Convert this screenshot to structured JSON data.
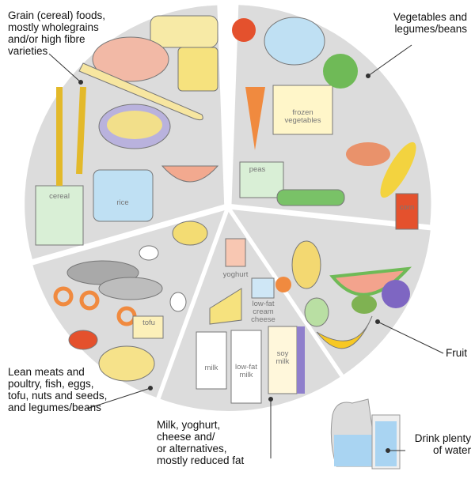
{
  "groups": {
    "grain": {
      "label": "Grain (cereal) foods,\nmostly wholegrains\nand/or high fibre\nvarieties",
      "items": {
        "cereal": "cereal",
        "rice": "rice"
      }
    },
    "vegetables": {
      "label": "Vegetables and\nlegumes/beans",
      "items": {
        "frozen": "frozen\nvegetables",
        "peas": "peas",
        "corn": "corn"
      }
    },
    "fruit": {
      "label": "Fruit"
    },
    "dairy": {
      "label": "Milk, yoghurt,\ncheese and/\nor alternatives,\nmostly reduced fat",
      "items": {
        "yoghurt": "yoghurt",
        "cream_cheese": "low-fat\ncream\ncheese",
        "milk": "milk",
        "lowfat_milk": "low-fat\nmilk",
        "soy_milk": "soy\nmilk"
      }
    },
    "protein": {
      "label": "Lean meats and\npoultry, fish, eggs,\ntofu, nuts and seeds,\nand legumes/beans",
      "items": {
        "tofu": "tofu"
      }
    },
    "water": {
      "label": "Drink plenty\nof water"
    }
  },
  "colors": {
    "plate": "#dcdcdc",
    "water": "#a9d4f2"
  }
}
